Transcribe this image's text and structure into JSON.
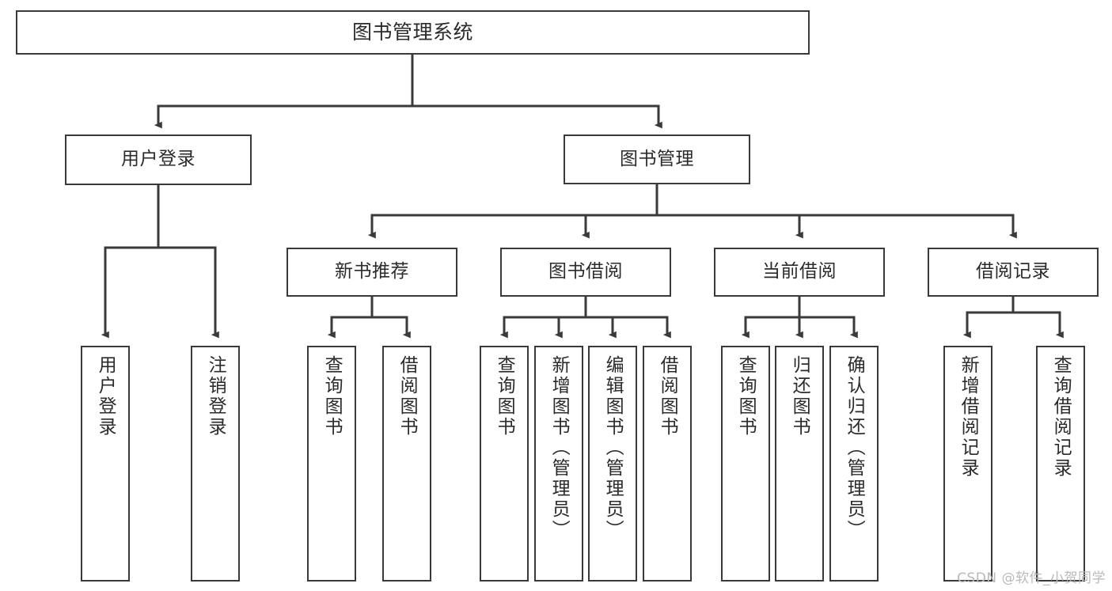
{
  "diagram": {
    "type": "tree-hierarchy-flowchart",
    "title": "图书管理系统",
    "colors": {
      "stroke": "#3a3a3a",
      "text": "#2b2b2b",
      "background": "#ffffff",
      "watermark": "#b9b9b9"
    },
    "root": {
      "label": "图书管理系统"
    },
    "level1": [
      {
        "label": "用户登录"
      },
      {
        "label": "图书管理"
      }
    ],
    "level2": [
      {
        "label": "新书推荐"
      },
      {
        "label": "图书借阅"
      },
      {
        "label": "当前借阅"
      },
      {
        "label": "借阅记录"
      }
    ],
    "leaves": {
      "user_login": [
        {
          "label": "用户登录"
        },
        {
          "label": "注销登录"
        }
      ],
      "new_book_recommend": [
        {
          "label": "查询图书"
        },
        {
          "label": "借阅图书"
        }
      ],
      "book_borrow": [
        {
          "label": "查询图书"
        },
        {
          "label": "新增图书（管理员）"
        },
        {
          "label": "编辑图书（管理员）"
        },
        {
          "label": "借阅图书"
        }
      ],
      "current_borrow": [
        {
          "label": "查询图书"
        },
        {
          "label": "归还图书"
        },
        {
          "label": "确认归还（管理员）"
        }
      ],
      "borrow_record": [
        {
          "label": "新增借阅记录"
        },
        {
          "label": "查询借阅记录"
        }
      ]
    }
  },
  "watermark": {
    "text": "CSDN @软件_小贺同学"
  }
}
